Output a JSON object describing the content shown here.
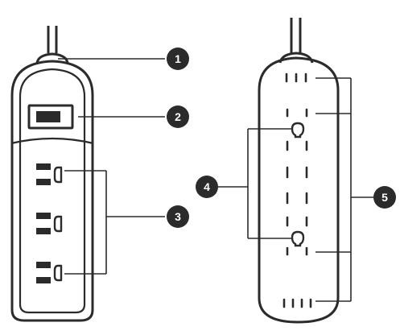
{
  "callouts": [
    {
      "number": "1",
      "part": "power-cord"
    },
    {
      "number": "2",
      "part": "power-switch"
    },
    {
      "number": "3",
      "part": "outlets"
    },
    {
      "number": "4",
      "part": "mounting-holes"
    },
    {
      "number": "5",
      "part": "ventilation-slots"
    }
  ],
  "front_view": {
    "outlet_count": 3
  },
  "back_view": {
    "mounting_hole_count": 2
  },
  "colors": {
    "outline": "#2b2b2b",
    "body": "#ffffff",
    "callout_fill": "#2b2b2b",
    "callout_text": "#ffffff",
    "leader_line": "#2b2b2b"
  }
}
